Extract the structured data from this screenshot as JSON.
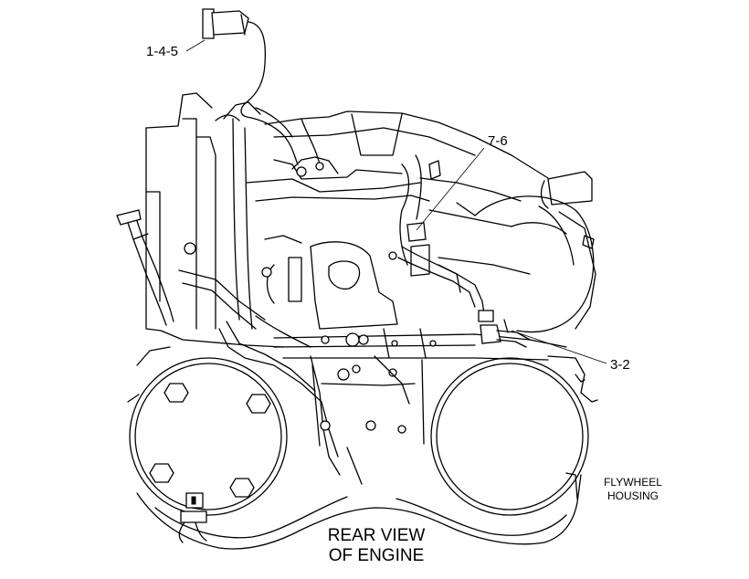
{
  "callouts": {
    "c1": "1-4-5",
    "c2": "7-6",
    "c3": "3-2"
  },
  "flywheel": {
    "line1": "FLYWHEEL",
    "line2": "HOUSING"
  },
  "caption": {
    "line1": "REAR VIEW",
    "line2": "OF ENGINE"
  }
}
